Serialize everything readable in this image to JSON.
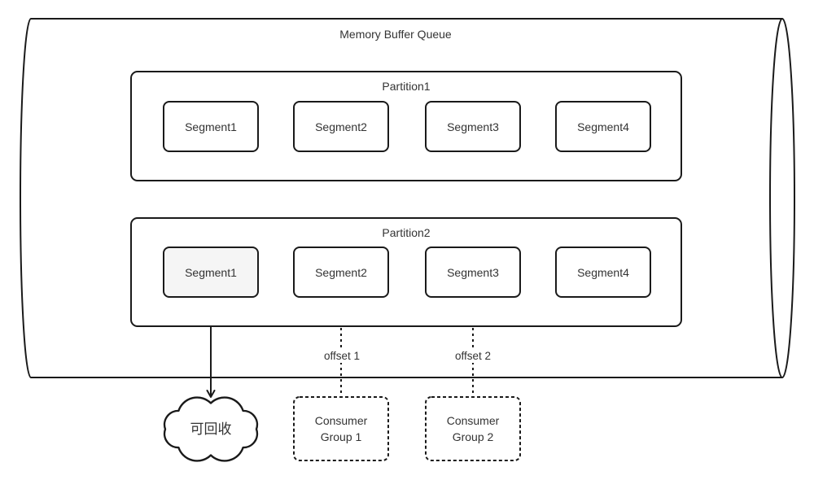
{
  "diagram": {
    "title": "Memory Buffer Queue",
    "partitions": [
      {
        "label": "Partition1",
        "segments": [
          "Segment1",
          "Segment2",
          "Segment3",
          "Segment4"
        ]
      },
      {
        "label": "Partition2",
        "segments": [
          "Segment1",
          "Segment2",
          "Segment3",
          "Segment4"
        ]
      }
    ],
    "offsets": [
      {
        "label": "offset 1"
      },
      {
        "label": "offset 2"
      }
    ],
    "consumer_groups": [
      {
        "label": "Consumer\nGroup 1"
      },
      {
        "label": "Consumer\nGroup 2"
      }
    ],
    "recyclable": {
      "label": "可回收"
    },
    "colors": {
      "stroke": "#1a1a1a",
      "text": "#333333",
      "highlighted_segment_fill": "#f5f5f5",
      "background": "#ffffff"
    }
  }
}
